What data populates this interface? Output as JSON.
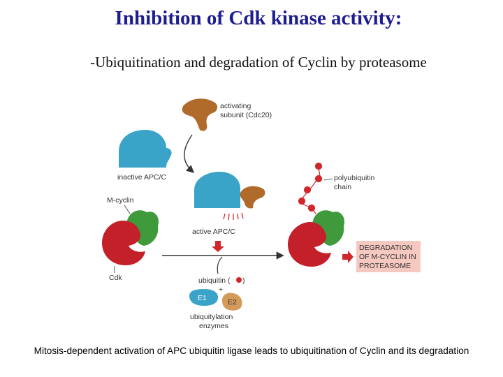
{
  "title": "Inhibition of Cdk kinase activity:",
  "subtitle": "-Ubiquitination and degradation of Cyclin by proteasome",
  "diagram": {
    "activating_subunit_line1": "activating",
    "activating_subunit_line2": "subunit (Cdc20)",
    "inactive_apc": "inactive APC/C",
    "m_cyclin": "M-cyclin",
    "active_apc": "active APC/C",
    "cdk": "Cdk",
    "ubiquitin": "ubiquitin (",
    "ubiquitin_close": ")",
    "plus": "+",
    "e1": "E1",
    "e2": "E2",
    "enzymes_line1": "ubiquitylation",
    "enzymes_line2": "enzymes",
    "polyubiquitin_line1": "polyubiquitin",
    "polyubiquitin_line2": "chain",
    "degradation_line1": "DEGRADATION",
    "degradation_line2": "OF M-CYCLIN IN",
    "degradation_line3": "PROTEASOME"
  },
  "caption": "Mitosis-dependent activation of APC ubiquitin ligase leads to ubiquitination of Cyclin and its degradation",
  "colors": {
    "title": "#1d1d8f",
    "apc_blue": "#3aa3c8",
    "cdc20_brown": "#b06a2a",
    "cyclin_green": "#3f9a3c",
    "cdk_red": "#c3202a",
    "ubiquitin_red": "#d0262c",
    "degradation_box": "#f6c9c0"
  }
}
